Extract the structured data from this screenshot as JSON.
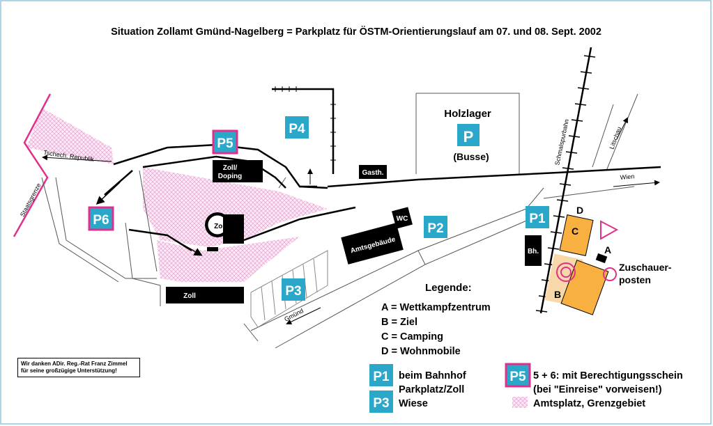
{
  "title": "Situation Zollamt Gmünd-Nagelberg = Parkplatz für ÖSTM-Orientierungslauf am 07. und 08. Sept. 2002",
  "colors": {
    "parking_blue": "#2aa7c9",
    "border_magenta": "#e0308c",
    "hatch_pink": "#e8a0d0",
    "area_orange": "#f8b040",
    "area_light_orange": "#f8d8a8"
  },
  "road_labels": {
    "tschech": "Tschech. Republik",
    "staatsgrenze": "Staatsgrenze",
    "wien": "Wien",
    "litschau": "Litschau",
    "schmalspurbahn": "Schmalspurbahn",
    "gmuend": "Gmünd"
  },
  "buildings": {
    "zoll_doping": [
      "Zoll/",
      "Doping"
    ],
    "zoll_round": "Zoll",
    "zoll_lower": "Zoll",
    "gasth": "Gasth.",
    "wc": "WC",
    "amtsgebaeude": "Amtsgebäude",
    "bh": "Bh."
  },
  "holzlager": {
    "title": "Holzlager",
    "sign": "P",
    "sub": "(Busse)"
  },
  "parking_signs": {
    "p1": "P1",
    "p2": "P2",
    "p3": "P3",
    "p4": "P4",
    "p5": "P5",
    "p6": "P6"
  },
  "areas": {
    "a": "A",
    "b": "B",
    "c": "C",
    "d": "D"
  },
  "zuschauer": [
    "Zuschauer-",
    "posten"
  ],
  "legend": {
    "title": "Legende:",
    "items": [
      "A = Wettkampfzentrum",
      "B = Ziel",
      "C = Camping",
      "D = Wohnmobile"
    ],
    "p1_sign": "P1",
    "p1_text": "beim Bahnhof",
    "p1_text2": "Parkplatz/Zoll",
    "p3_sign": "P3",
    "p3_text": "Wiese",
    "p5_sign": "P5",
    "p5_text": "5 + 6: mit Berechtigungsschein",
    "p5_text2": "(bei \"Einreise\" vorweisen!)",
    "hatch_text": "Amtsplatz, Grenzgebiet"
  },
  "credit": [
    "Wir danken ADir. Reg.-Rat Franz Zimmel",
    "für seine großzügige Unterstützung!"
  ]
}
